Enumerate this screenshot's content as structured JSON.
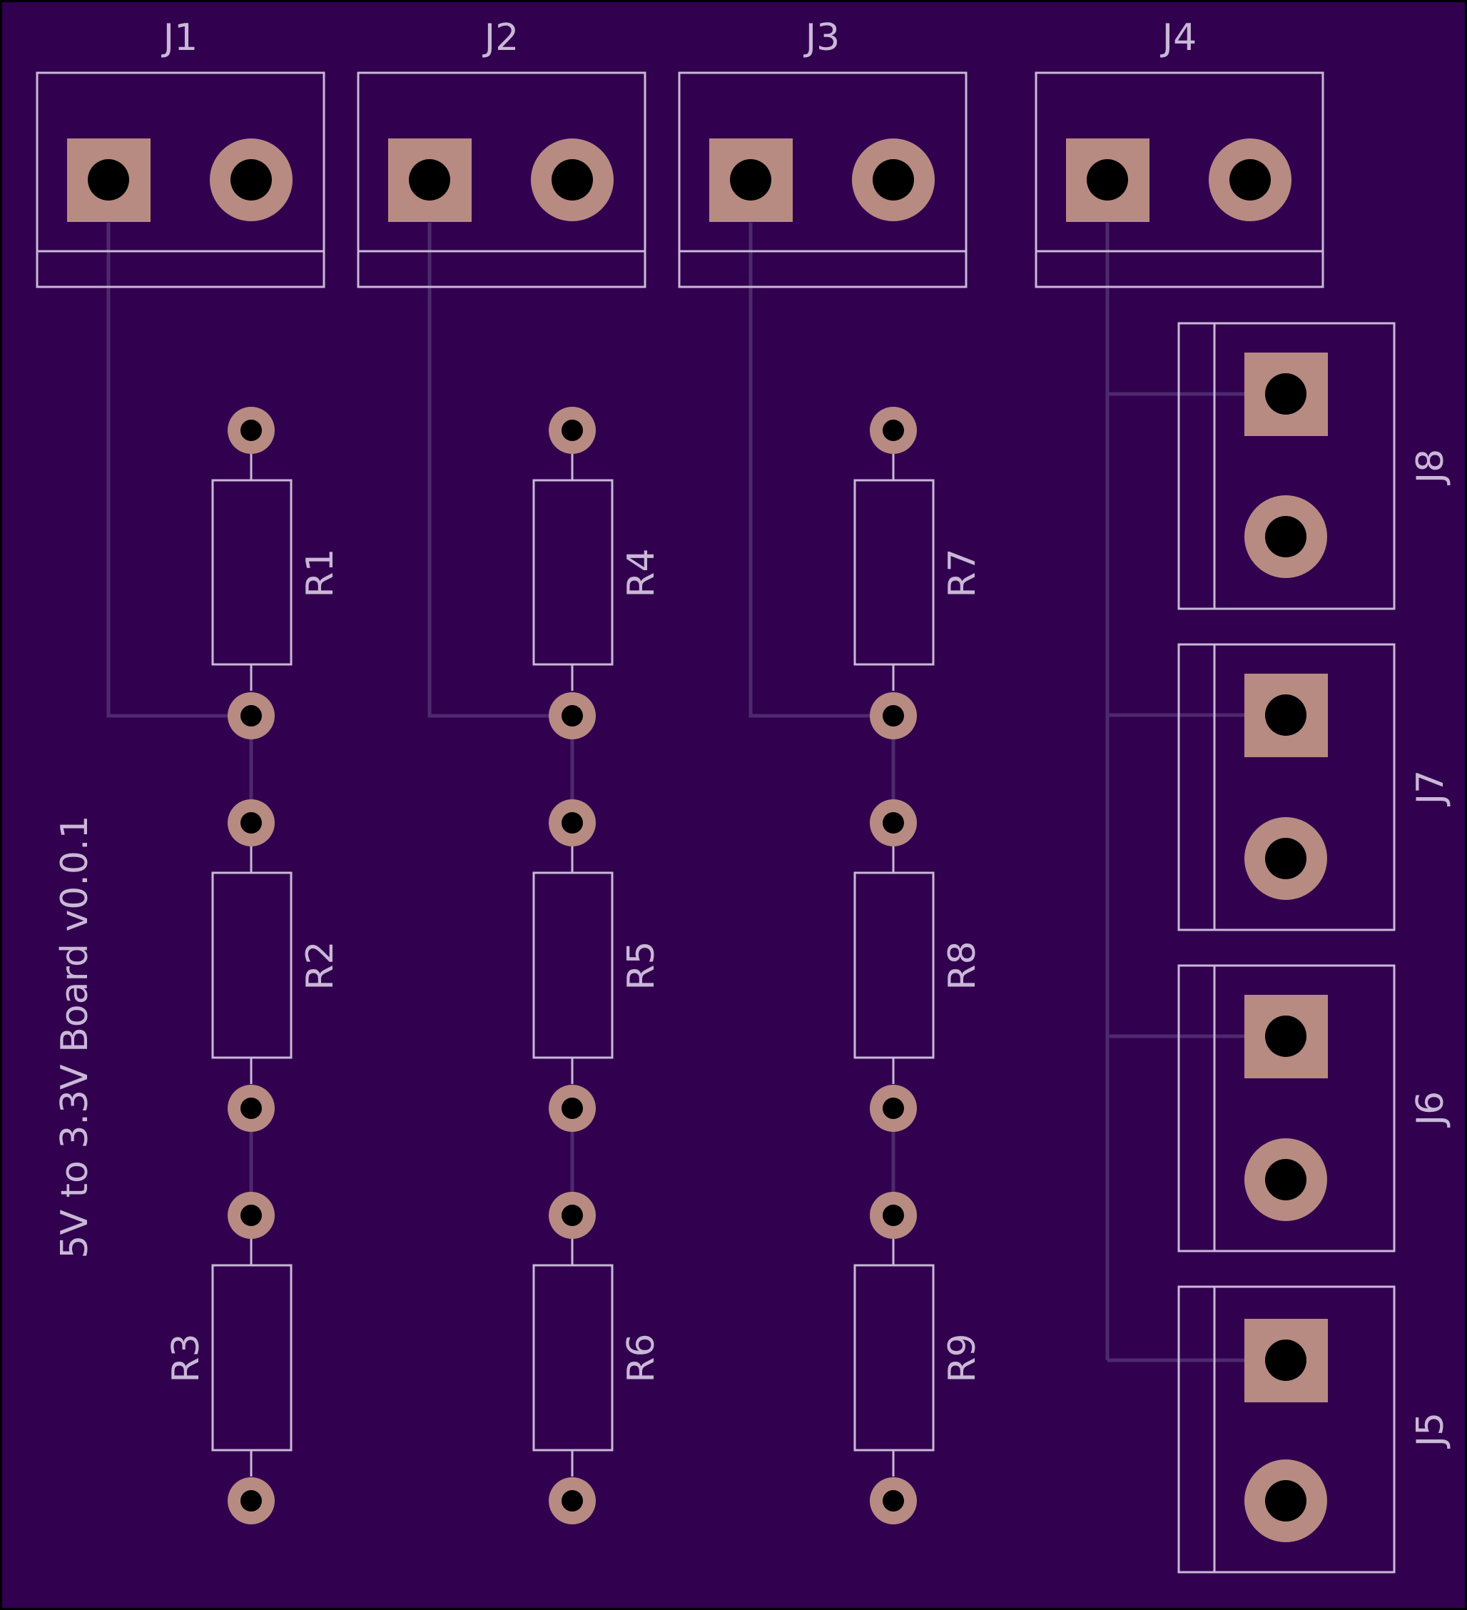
{
  "board": {
    "title": "5V to 3.3V Board v0.0.1",
    "colors": {
      "background": "#000000",
      "board_fill": "#31004f",
      "silkscreen": "#c9b8d6",
      "copper_pad": "#b78b82",
      "trace": "#4d2a6e",
      "drill_hole": "#000000"
    }
  },
  "connectors": [
    {
      "ref": "J1"
    },
    {
      "ref": "J2"
    },
    {
      "ref": "J3"
    },
    {
      "ref": "J4"
    },
    {
      "ref": "J5"
    },
    {
      "ref": "J6"
    },
    {
      "ref": "J7"
    },
    {
      "ref": "J8"
    }
  ],
  "resistors": [
    {
      "ref": "R1"
    },
    {
      "ref": "R2"
    },
    {
      "ref": "R3"
    },
    {
      "ref": "R4"
    },
    {
      "ref": "R5"
    },
    {
      "ref": "R6"
    },
    {
      "ref": "R7"
    },
    {
      "ref": "R8"
    },
    {
      "ref": "R9"
    }
  ]
}
